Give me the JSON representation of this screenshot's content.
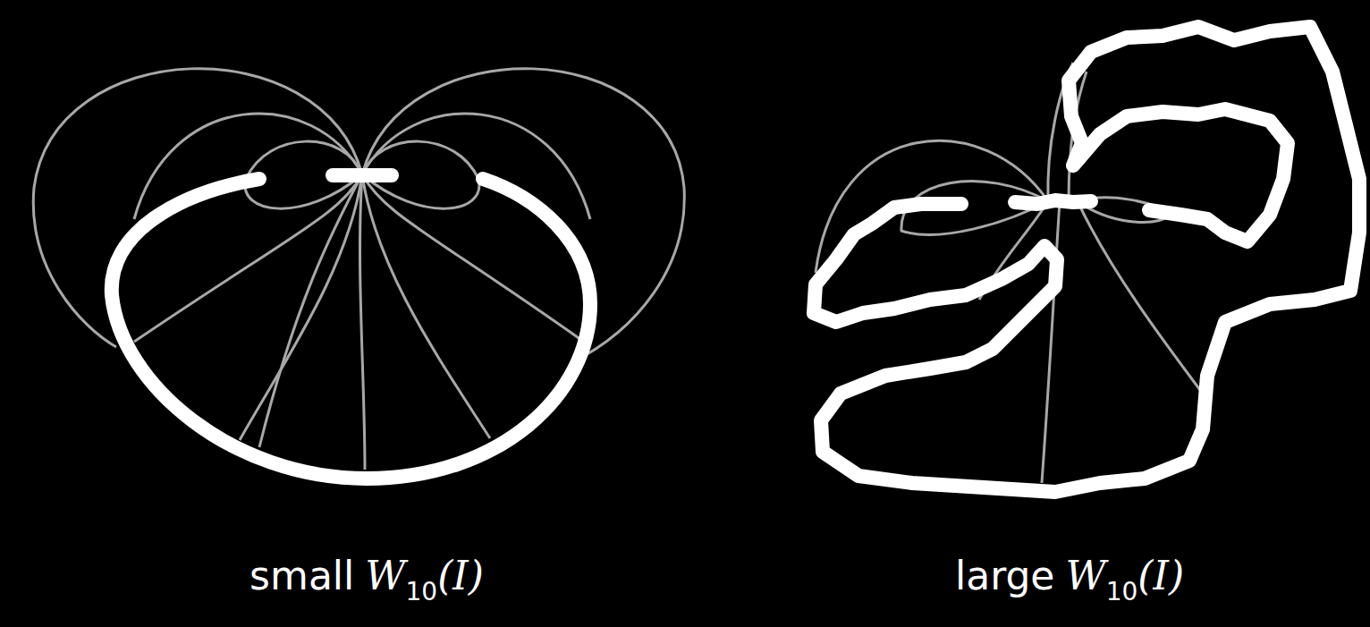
{
  "diagram": {
    "labels": [
      "small",
      "W",
      "10",
      "(I)",
      "large",
      "W",
      "10",
      "(I)"
    ]
  }
}
